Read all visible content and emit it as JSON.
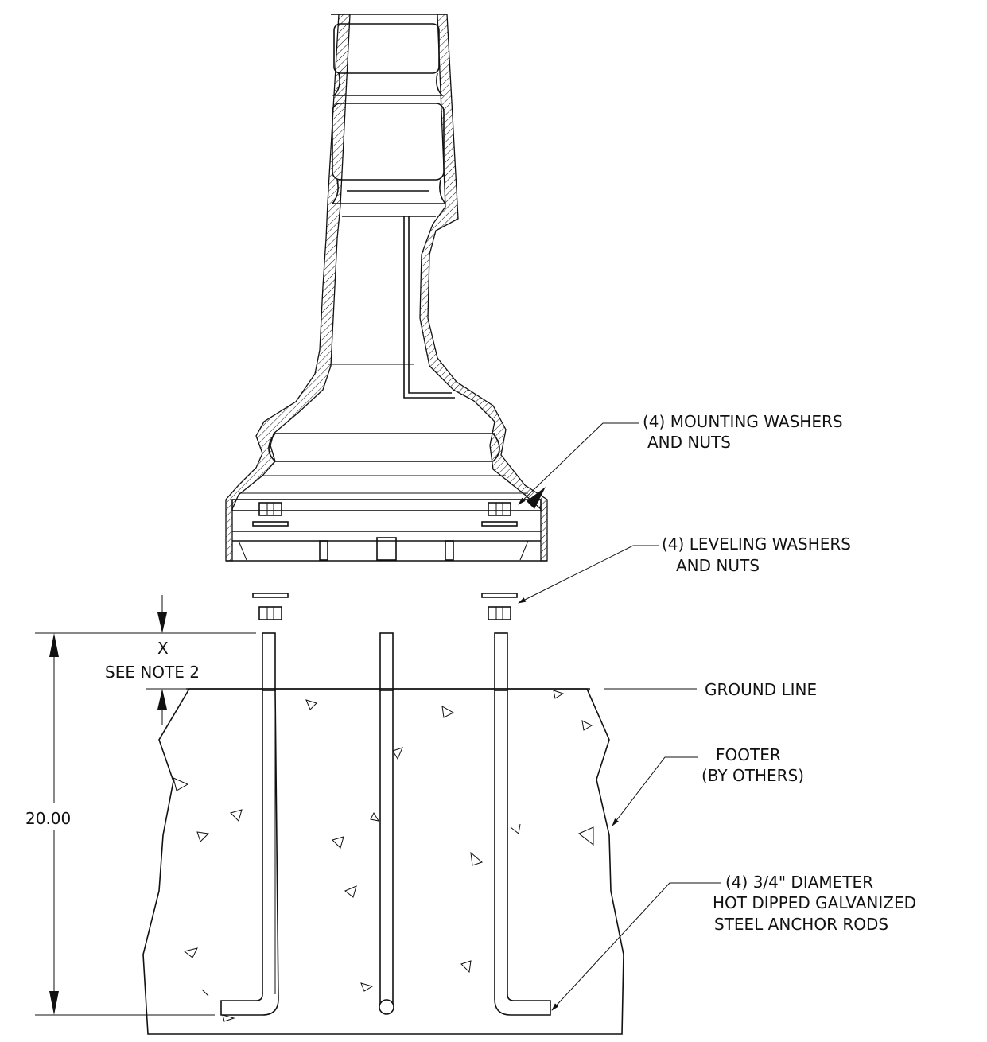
{
  "labels": {
    "mounting_line1": "(4) MOUNTING WASHERS",
    "mounting_line2": "AND NUTS",
    "leveling_line1": "(4) LEVELING WASHERS",
    "leveling_line2": "AND NUTS",
    "x_label": "X",
    "see_note": "SEE NOTE 2",
    "ground_line": "GROUND LINE",
    "footer_line1": "FOOTER",
    "footer_line2": "(BY OTHERS)",
    "dimension_value": "20.00",
    "rods_line1": "(4) 3/4\" DIAMETER",
    "rods_line2": "HOT DIPPED GALVANIZED",
    "rods_line3": "STEEL ANCHOR RODS"
  }
}
